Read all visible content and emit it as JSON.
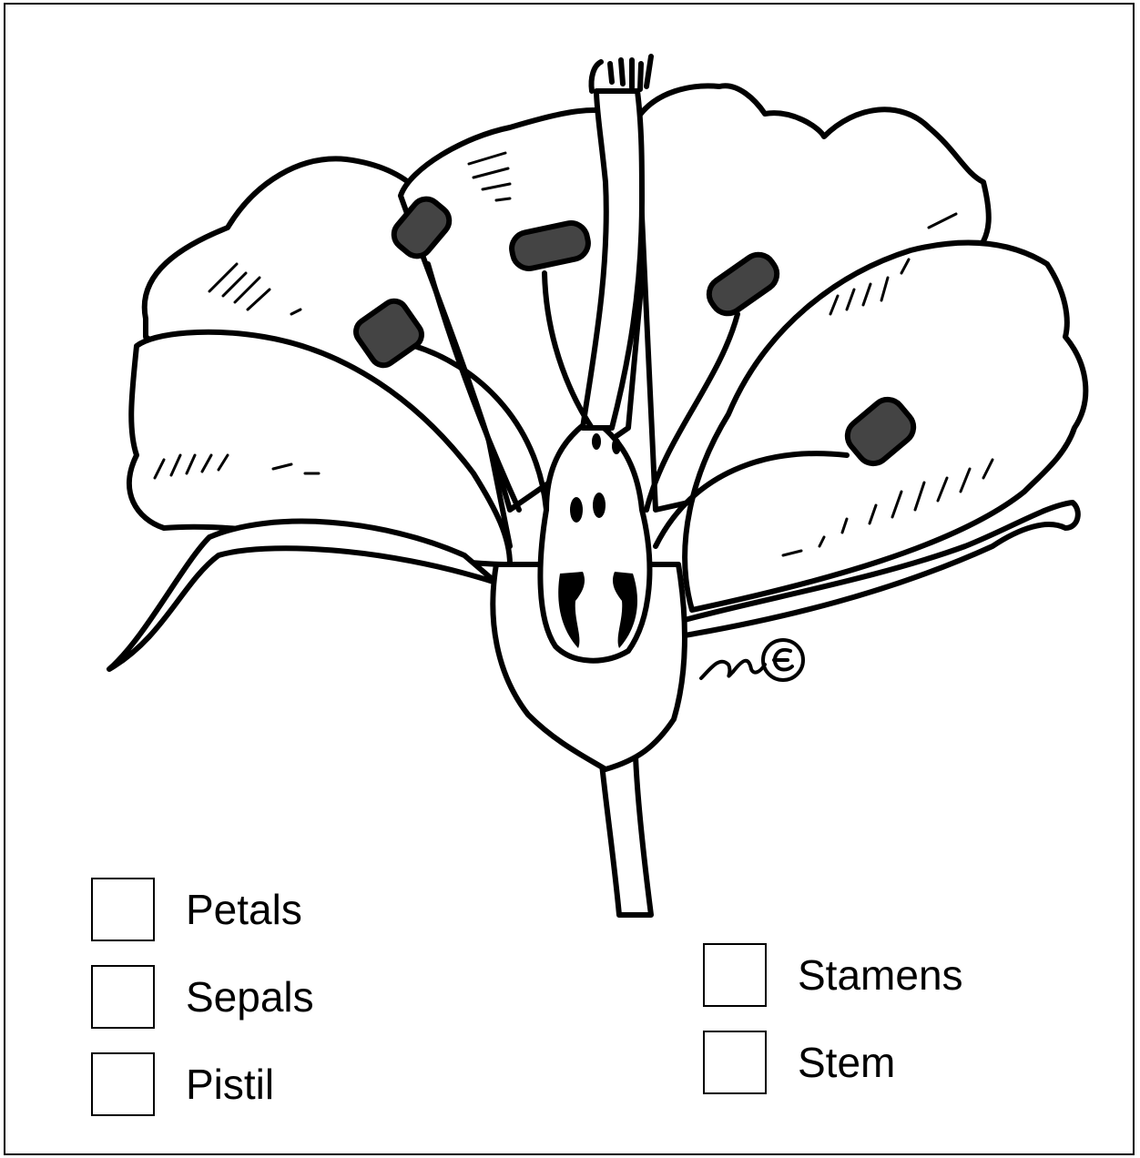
{
  "diagram": {
    "signature": "mE",
    "stroke_color": "#000000",
    "fill_color": "#ffffff"
  },
  "checklist": {
    "left": [
      {
        "label": "Petals"
      },
      {
        "label": "Sepals"
      },
      {
        "label": "Pistil"
      }
    ],
    "right": [
      {
        "label": "Stamens"
      },
      {
        "label": "Stem"
      }
    ]
  }
}
